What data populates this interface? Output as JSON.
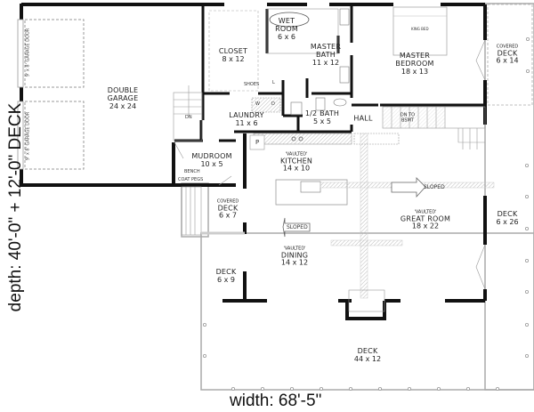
{
  "plan": {
    "dimensions": {
      "depth": "depth: 40'-0\" + 12'-0\" DECK",
      "width": "width: 68'-5\""
    },
    "rooms": {
      "garage": {
        "name": "DOUBLE GARAGE",
        "line1": "DOUBLE",
        "line2": "GARAGE",
        "dim": "24 x 24"
      },
      "garage_door_1": {
        "label": "9' x 8' GARAGE DOOR"
      },
      "garage_door_2": {
        "label": "9' x 8' GARAGE DOOR"
      },
      "closet": {
        "name": "CLOSET",
        "dim": "8 x 12"
      },
      "wet_room": {
        "line1": "WET",
        "line2": "ROOM",
        "dim": "6 x 6"
      },
      "master_bath": {
        "line1": "MASTER",
        "line2": "BATH",
        "dim": "11 x 12"
      },
      "master_bedroom": {
        "line1": "MASTER",
        "line2": "BEDROOM",
        "dim": "18 x 13",
        "bed_note": "KING BED"
      },
      "covered_deck_top": {
        "note": "COVERED",
        "name": "DECK",
        "dim": "6 x 14"
      },
      "laundry": {
        "name": "LAUNDRY",
        "dim": "11 x 6",
        "washer": "W",
        "dryer": "D"
      },
      "shoes": {
        "label": "SHOES"
      },
      "half_bath": {
        "prefix": "1/2",
        "name": "BATH",
        "dim": "5 x 5"
      },
      "hall": {
        "name": "HALL"
      },
      "stairs_note": {
        "line1": "DN TO",
        "line2": "BSMT"
      },
      "stairs_dn": {
        "label": "DN"
      },
      "pantry": {
        "label": "P"
      },
      "linen": {
        "label": "L"
      },
      "mudroom": {
        "name": "MUDROOM",
        "dim": "10 x 5",
        "bench": "BENCH",
        "coat": "COAT PEGS"
      },
      "kitchen": {
        "note": "'VAULTED'",
        "name": "KITCHEN",
        "dim": "14 x 10"
      },
      "covered_deck_side": {
        "note": "COVERED",
        "name": "DECK",
        "dim": "6 x 7"
      },
      "dining": {
        "note": "'VAULTED'",
        "name": "DINING",
        "dim": "14 x 12",
        "sloped": "SLOPED"
      },
      "great_room": {
        "note": "'VAULTED'",
        "name": "GREAT ROOM",
        "dim": "18 x 22",
        "sloped": "SLOPED"
      },
      "deck_left": {
        "name": "DECK",
        "dim": "6 x 9"
      },
      "deck_right": {
        "name": "DECK",
        "dim": "6 x 26"
      },
      "deck_bottom": {
        "name": "DECK",
        "dim": "44 x 12"
      }
    },
    "colors": {
      "wall": "#111111",
      "light_line": "#999999",
      "hatch": "#bbbbbb",
      "background": "#ffffff"
    }
  }
}
